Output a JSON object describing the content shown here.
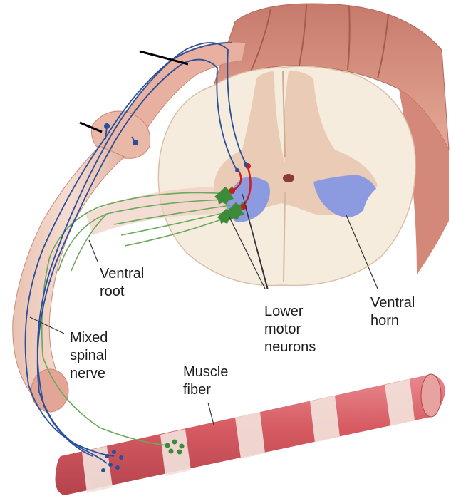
{
  "labels": {
    "ventral_root": "Ventral\nroot",
    "lower_motor_neurons": "Lower\nmotor\nneurons",
    "ventral_horn": "Ventral\nhorn",
    "mixed_spinal_nerve": "Mixed\nspinal\nnerve",
    "muscle_fiber": "Muscle\nfiber"
  },
  "colors": {
    "tissue_pink": "#e8b0a0",
    "tissue_dark": "#c98070",
    "white_matter": "#f6ecdd",
    "gray_matter": "#e9cbb6",
    "ventral_horn": "#8c9be0",
    "sensory_axon": "#2a4f9a",
    "motor_axon": "#6aa85a",
    "interneuron": "#cc1d1d",
    "motor_neuron": "#3d8a3a",
    "muscle_red": "#d85a62",
    "muscle_band": "#f3e3dc"
  }
}
